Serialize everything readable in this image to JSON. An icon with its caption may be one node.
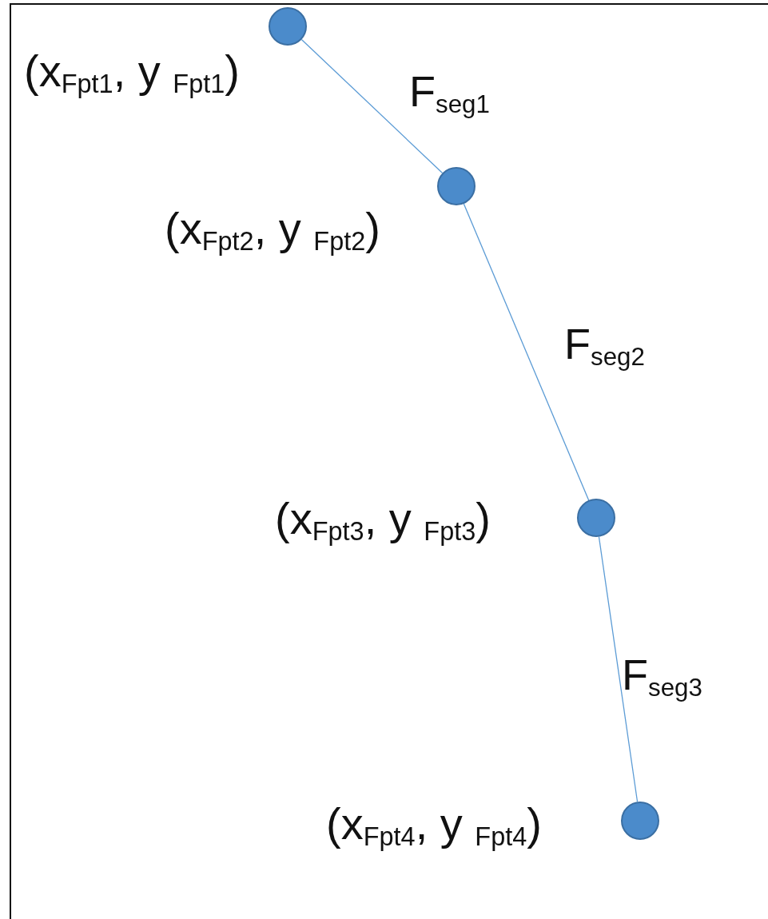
{
  "diagram": {
    "nodes": [
      {
        "text": [],
        "shape": "circle",
        "beside": [
          "(x$_{Fpt1}$, y $_{Fpt1}$)"
        ]
      },
      {
        "text": [],
        "shape": "circle",
        "beside": [
          "(x$_{Fpt2}$, y $_{Fpt2}$)"
        ]
      },
      {
        "text": [],
        "shape": "circle",
        "beside": [
          "(x$_{Fpt3}$, y $_{Fpt3}$)"
        ]
      },
      {
        "text": [],
        "shape": "circle",
        "beside": [
          "(x$_{Fpt4}$, y $_{Fpt4}$)"
        ]
      }
    ],
    "edges": [
      {
        "from": 0,
        "to": 1,
        "arrow": "none",
        "label": "F$_{seg1}$"
      },
      {
        "from": 1,
        "to": 2,
        "arrow": "none",
        "label": "F$_{seg2}$"
      },
      {
        "from": 2,
        "to": 3,
        "arrow": "none",
        "label": "F$_{seg3}$"
      }
    ]
  }
}
